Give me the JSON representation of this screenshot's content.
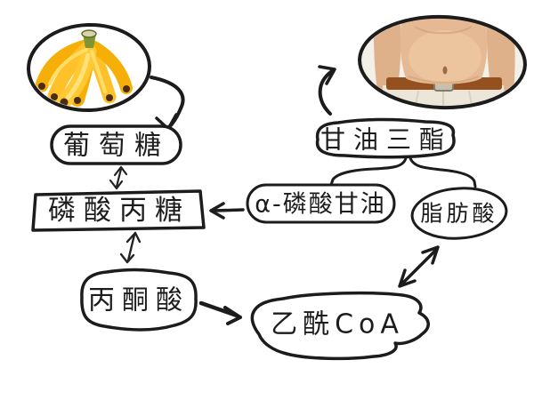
{
  "diagram": {
    "type": "hand-drawn metabolic pathway (glucose to fat)",
    "nodes": {
      "glucose": {
        "label": "葡萄糖",
        "shape": "rounded-pill"
      },
      "triose_phosphate": {
        "label": "磷酸丙糖",
        "shape": "rectangle"
      },
      "pyruvate": {
        "label": "丙酮酸",
        "shape": "rounded-blob"
      },
      "alpha_glycerophosphate": {
        "label": "α-磷酸甘油",
        "shape": "rounded-pill"
      },
      "triglyceride": {
        "label": "甘油三酯",
        "shape": "rounded-pill"
      },
      "fatty_acid": {
        "label": "脂肪酸",
        "shape": "oval"
      },
      "acetyl_coa": {
        "label": "乙酰CoA",
        "shape": "cloud"
      }
    },
    "images": {
      "bananas": "banana-bunch-photo-in-sketched-oval",
      "belly": "overweight-belly-photo-in-sketched-oval"
    },
    "edges": [
      {
        "from": "bananas",
        "to": "glucose",
        "style": "curved-arrow"
      },
      {
        "from": "glucose",
        "to": "triose_phosphate",
        "style": "double-arrow"
      },
      {
        "from": "triose_phosphate",
        "to": "pyruvate",
        "style": "double-arrow"
      },
      {
        "from": "alpha_glycerophosphate",
        "to": "triose_phosphate",
        "style": "arrow"
      },
      {
        "from": "pyruvate",
        "to": "acetyl_coa",
        "style": "arrow"
      },
      {
        "from": "fatty_acid",
        "to": "acetyl_coa",
        "style": "double-arrow"
      },
      {
        "from": "triglyceride",
        "to": "alpha_glycerophosphate",
        "style": "branch"
      },
      {
        "from": "triglyceride",
        "to": "fatty_acid",
        "style": "branch"
      },
      {
        "from": "triglyceride",
        "to": "belly",
        "style": "curved-arrow"
      }
    ]
  },
  "colors": {
    "ink": "#1c1c1c",
    "banana_yellow": "#F6AF08",
    "banana_light": "#FFC933",
    "banana_highlight": "#FFDD66",
    "banana_tip": "#4a2c12",
    "stem_green": "#7f9433",
    "skin": "#e5b globals",
    "skin_tone": "#e5b993",
    "belt_brown": "#94511f",
    "pants_beige": "#ece6d8",
    "photo_bg": "#f3efe9"
  }
}
